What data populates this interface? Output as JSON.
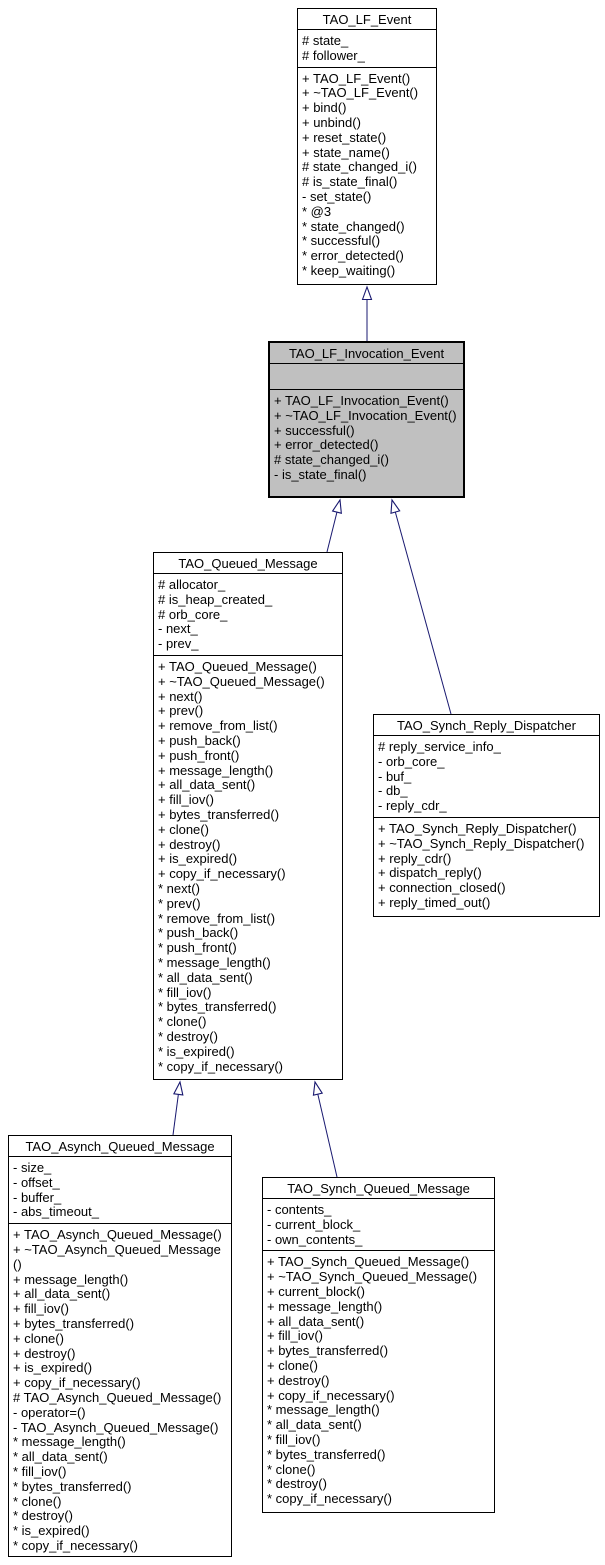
{
  "classes": {
    "tao_lf_event": {
      "name": "TAO_LF_Event",
      "attributes": [
        "# state_",
        "# follower_"
      ],
      "methods": [
        "+ TAO_LF_Event()",
        "+ ~TAO_LF_Event()",
        "+ bind()",
        "+ unbind()",
        "+ reset_state()",
        "+ state_name()",
        "# state_changed_i()",
        "# is_state_final()",
        "- set_state()",
        "* @3",
        "* state_changed()",
        "* successful()",
        "* error_detected()",
        "* keep_waiting()"
      ]
    },
    "tao_lf_invocation_event": {
      "name": "TAO_LF_Invocation_Event",
      "attributes": [],
      "methods": [
        "+ TAO_LF_Invocation_Event()",
        "+ ~TAO_LF_Invocation_Event()",
        "+ successful()",
        "+ error_detected()",
        "# state_changed_i()",
        "- is_state_final()"
      ]
    },
    "tao_queued_message": {
      "name": "TAO_Queued_Message",
      "attributes": [
        "# allocator_",
        "# is_heap_created_",
        "# orb_core_",
        "- next_",
        "- prev_"
      ],
      "methods": [
        "+ TAO_Queued_Message()",
        "+ ~TAO_Queued_Message()",
        "+ next()",
        "+ prev()",
        "+ remove_from_list()",
        "+ push_back()",
        "+ push_front()",
        "+ message_length()",
        "+ all_data_sent()",
        "+ fill_iov()",
        "+ bytes_transferred()",
        "+ clone()",
        "+ destroy()",
        "+ is_expired()",
        "+ copy_if_necessary()",
        "* next()",
        "* prev()",
        "* remove_from_list()",
        "* push_back()",
        "* push_front()",
        "* message_length()",
        "* all_data_sent()",
        "* fill_iov()",
        "* bytes_transferred()",
        "* clone()",
        "* destroy()",
        "* is_expired()",
        "* copy_if_necessary()"
      ]
    },
    "tao_synch_reply_dispatcher": {
      "name": "TAO_Synch_Reply_Dispatcher",
      "attributes": [
        "# reply_service_info_",
        "- orb_core_",
        "- buf_",
        "- db_",
        "- reply_cdr_"
      ],
      "methods": [
        "+ TAO_Synch_Reply_Dispatcher()",
        "+ ~TAO_Synch_Reply_Dispatcher()",
        "+ reply_cdr()",
        "+ dispatch_reply()",
        "+ connection_closed()",
        "+ reply_timed_out()"
      ]
    },
    "tao_asynch_queued_message": {
      "name": "TAO_Asynch_Queued_Message",
      "attributes": [
        "- size_",
        "- offset_",
        "- buffer_",
        "- abs_timeout_"
      ],
      "methods": [
        "+ TAO_Asynch_Queued_Message()",
        "+ ~TAO_Asynch_Queued_Message()",
        "+ message_length()",
        "+ all_data_sent()",
        "+ fill_iov()",
        "+ bytes_transferred()",
        "+ clone()",
        "+ destroy()",
        "+ is_expired()",
        "+ copy_if_necessary()",
        "# TAO_Asynch_Queued_Message()",
        "- operator=()",
        "- TAO_Asynch_Queued_Message()",
        "* message_length()",
        "* all_data_sent()",
        "* fill_iov()",
        "* bytes_transferred()",
        "* clone()",
        "* destroy()",
        "* is_expired()",
        "* copy_if_necessary()"
      ]
    },
    "tao_synch_queued_message": {
      "name": "TAO_Synch_Queued_Message",
      "attributes": [
        "- contents_",
        "- current_block_",
        "- own_contents_"
      ],
      "methods": [
        "+ TAO_Synch_Queued_Message()",
        "+ ~TAO_Synch_Queued_Message()",
        "+ current_block()",
        "+ message_length()",
        "+ all_data_sent()",
        "+ fill_iov()",
        "+ bytes_transferred()",
        "+ clone()",
        "+ destroy()",
        "+ copy_if_necessary()",
        "* message_length()",
        "* all_data_sent()",
        "* fill_iov()",
        "* bytes_transferred()",
        "* clone()",
        "* destroy()",
        "* copy_if_necessary()"
      ]
    }
  },
  "relationships": [
    {
      "child": "TAO_LF_Invocation_Event",
      "parent": "TAO_LF_Event",
      "type": "inheritance"
    },
    {
      "child": "TAO_Queued_Message",
      "parent": "TAO_LF_Invocation_Event",
      "type": "inheritance"
    },
    {
      "child": "TAO_Synch_Reply_Dispatcher",
      "parent": "TAO_LF_Invocation_Event",
      "type": "inheritance"
    },
    {
      "child": "TAO_Asynch_Queued_Message",
      "parent": "TAO_Queued_Message",
      "type": "inheritance"
    },
    {
      "child": "TAO_Synch_Queued_Message",
      "parent": "TAO_Queued_Message",
      "type": "inheritance"
    }
  ],
  "colors": {
    "background": "#ffffff",
    "box_fill": "#ffffff",
    "highlight_fill": "#c0c0c0",
    "border": "#000000",
    "edge": "#191970"
  }
}
